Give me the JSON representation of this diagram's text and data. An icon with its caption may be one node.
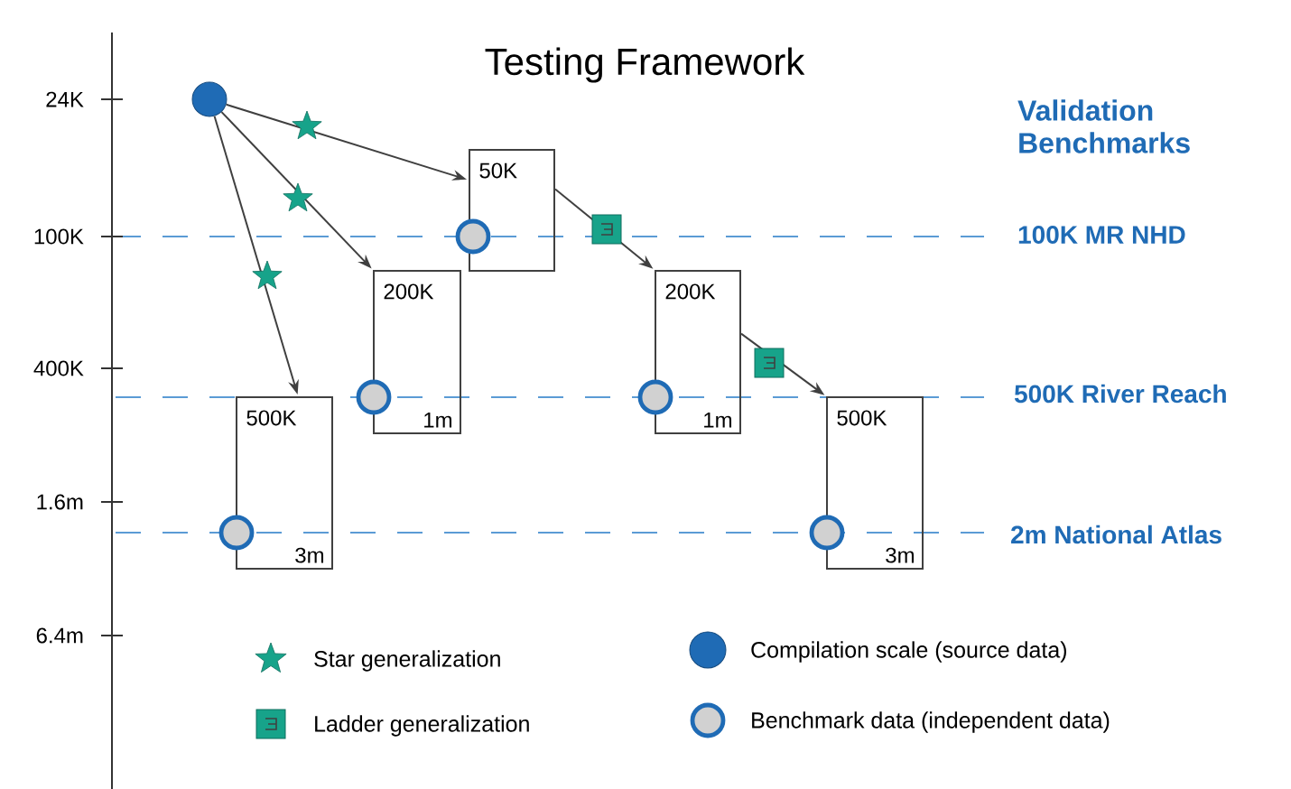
{
  "diagram": {
    "title": "Testing Framework",
    "nodes": [
      {
        "text": [],
        "shape": "circle"
      },
      {
        "text": [
          "50K"
        ]
      },
      {
        "text": [
          "200K",
          "1m"
        ]
      },
      {
        "text": [
          "500K",
          "3m"
        ]
      },
      {
        "text": [
          "200K",
          "1m"
        ]
      },
      {
        "text": [
          "500K",
          "3m"
        ]
      }
    ],
    "edges": [
      {
        "from": 0,
        "to": 1,
        "arrow": "to"
      },
      {
        "from": 0,
        "to": 2,
        "arrow": "to"
      },
      {
        "from": 0,
        "to": 3,
        "arrow": "to"
      },
      {
        "from": 1,
        "to": 4,
        "arrow": "to"
      },
      {
        "from": 4,
        "to": 5,
        "arrow": "to"
      }
    ],
    "labels": [
      "24K",
      "100K",
      "400K",
      "1.6m",
      "6.4m",
      "Validation Benchmarks",
      "100K MR NHD",
      "500K River Reach",
      "2m National Atlas"
    ],
    "legend": [
      {
        "text": "Star generalization"
      },
      {
        "text": "Ladder generalization"
      },
      {
        "text": "Compilation scale (source data)"
      },
      {
        "text": "Benchmark data (independent data)"
      }
    ]
  }
}
